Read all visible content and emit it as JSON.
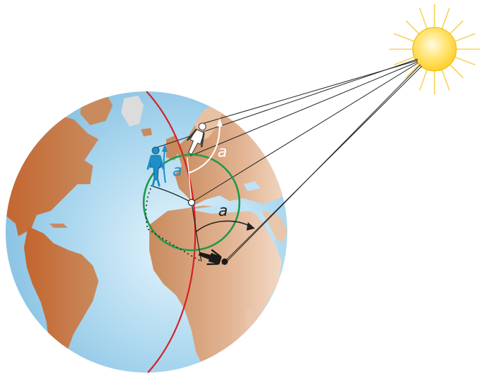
{
  "labels": {
    "angle_blue": "a",
    "angle_white": "a",
    "angle_black": "a"
  },
  "colors": {
    "ocean": "#a9d6ee",
    "land": "#c98b5e",
    "meridian": "#d61f26",
    "circle": "#1f9a4a",
    "sun": "#ffd23a",
    "sun_rays": "#f5d45a",
    "blue_person": "#1e8fc8",
    "white_person": "#ffffff",
    "shadow_person": "#1a1a1a"
  }
}
